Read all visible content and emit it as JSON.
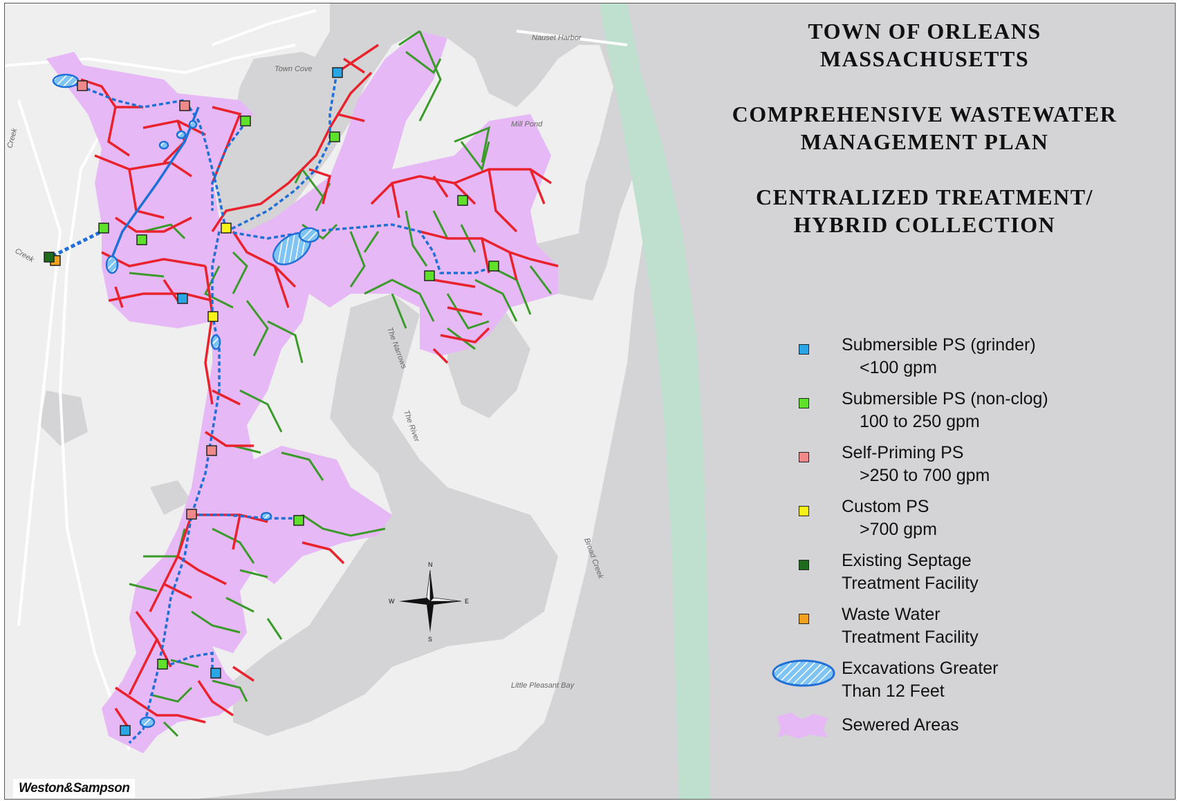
{
  "title": {
    "town": [
      "TOWN OF ORLEANS",
      "MASSACHUSETTS"
    ],
    "plan": [
      "COMPREHENSIVE WASTEWATER",
      "MANAGEMENT PLAN"
    ],
    "alternative": [
      "CENTRALIZED TREATMENT/",
      "HYBRID COLLECTION"
    ]
  },
  "legend": [
    {
      "symbol": "square",
      "color": "#2aa6e6",
      "line1": "Submersible PS (grinder)",
      "line2": "<100 gpm"
    },
    {
      "symbol": "square",
      "color": "#5fe02a",
      "line1": "Submersible PS (non-clog)",
      "line2": "100 to 250 gpm"
    },
    {
      "symbol": "square",
      "color": "#f08a8a",
      "line1": "Self-Priming PS",
      "line2": ">250 to 700 gpm"
    },
    {
      "symbol": "square",
      "color": "#f7f21a",
      "line1": "Custom PS",
      "line2": ">700 gpm"
    },
    {
      "symbol": "square",
      "color": "#1e6b1e",
      "line1": "Existing Septage",
      "line2": "Treatment Facility"
    },
    {
      "symbol": "square",
      "color": "#f2a11e",
      "line1": "Waste Water",
      "line2": "Treatment Facility"
    },
    {
      "symbol": "hatched-ellipse",
      "color": "#1f6fd6",
      "line1": "Excavations Greater",
      "line2": "Than 12 Feet"
    },
    {
      "symbol": "blob",
      "color": "#e6b8f5",
      "line1": "Sewered Areas",
      "line2": ""
    }
  ],
  "map_labels": {
    "nauset_harbor": "Nauset Harbor",
    "town_cove": "Town Cove",
    "mill_pond": "Mill Pond",
    "little_pleasant_bay": "Little Pleasant Bay",
    "the_river": "The River",
    "the_narrows": "The Narrows",
    "areys_creek": "Creek",
    "namequoit_creek": "Creek",
    "broad_creek": "Broad Creek"
  },
  "compass": {
    "n": "N",
    "s": "S",
    "e": "E",
    "w": "W"
  },
  "logo": "Weston&Sampson",
  "colors": {
    "water": "#d4d4d6",
    "land": "#efefef",
    "sewered": "#e6b8f5",
    "gravity_red": "#e8232e",
    "green_lines": "#3a9a2a",
    "force_main": "#1f6fd6"
  }
}
